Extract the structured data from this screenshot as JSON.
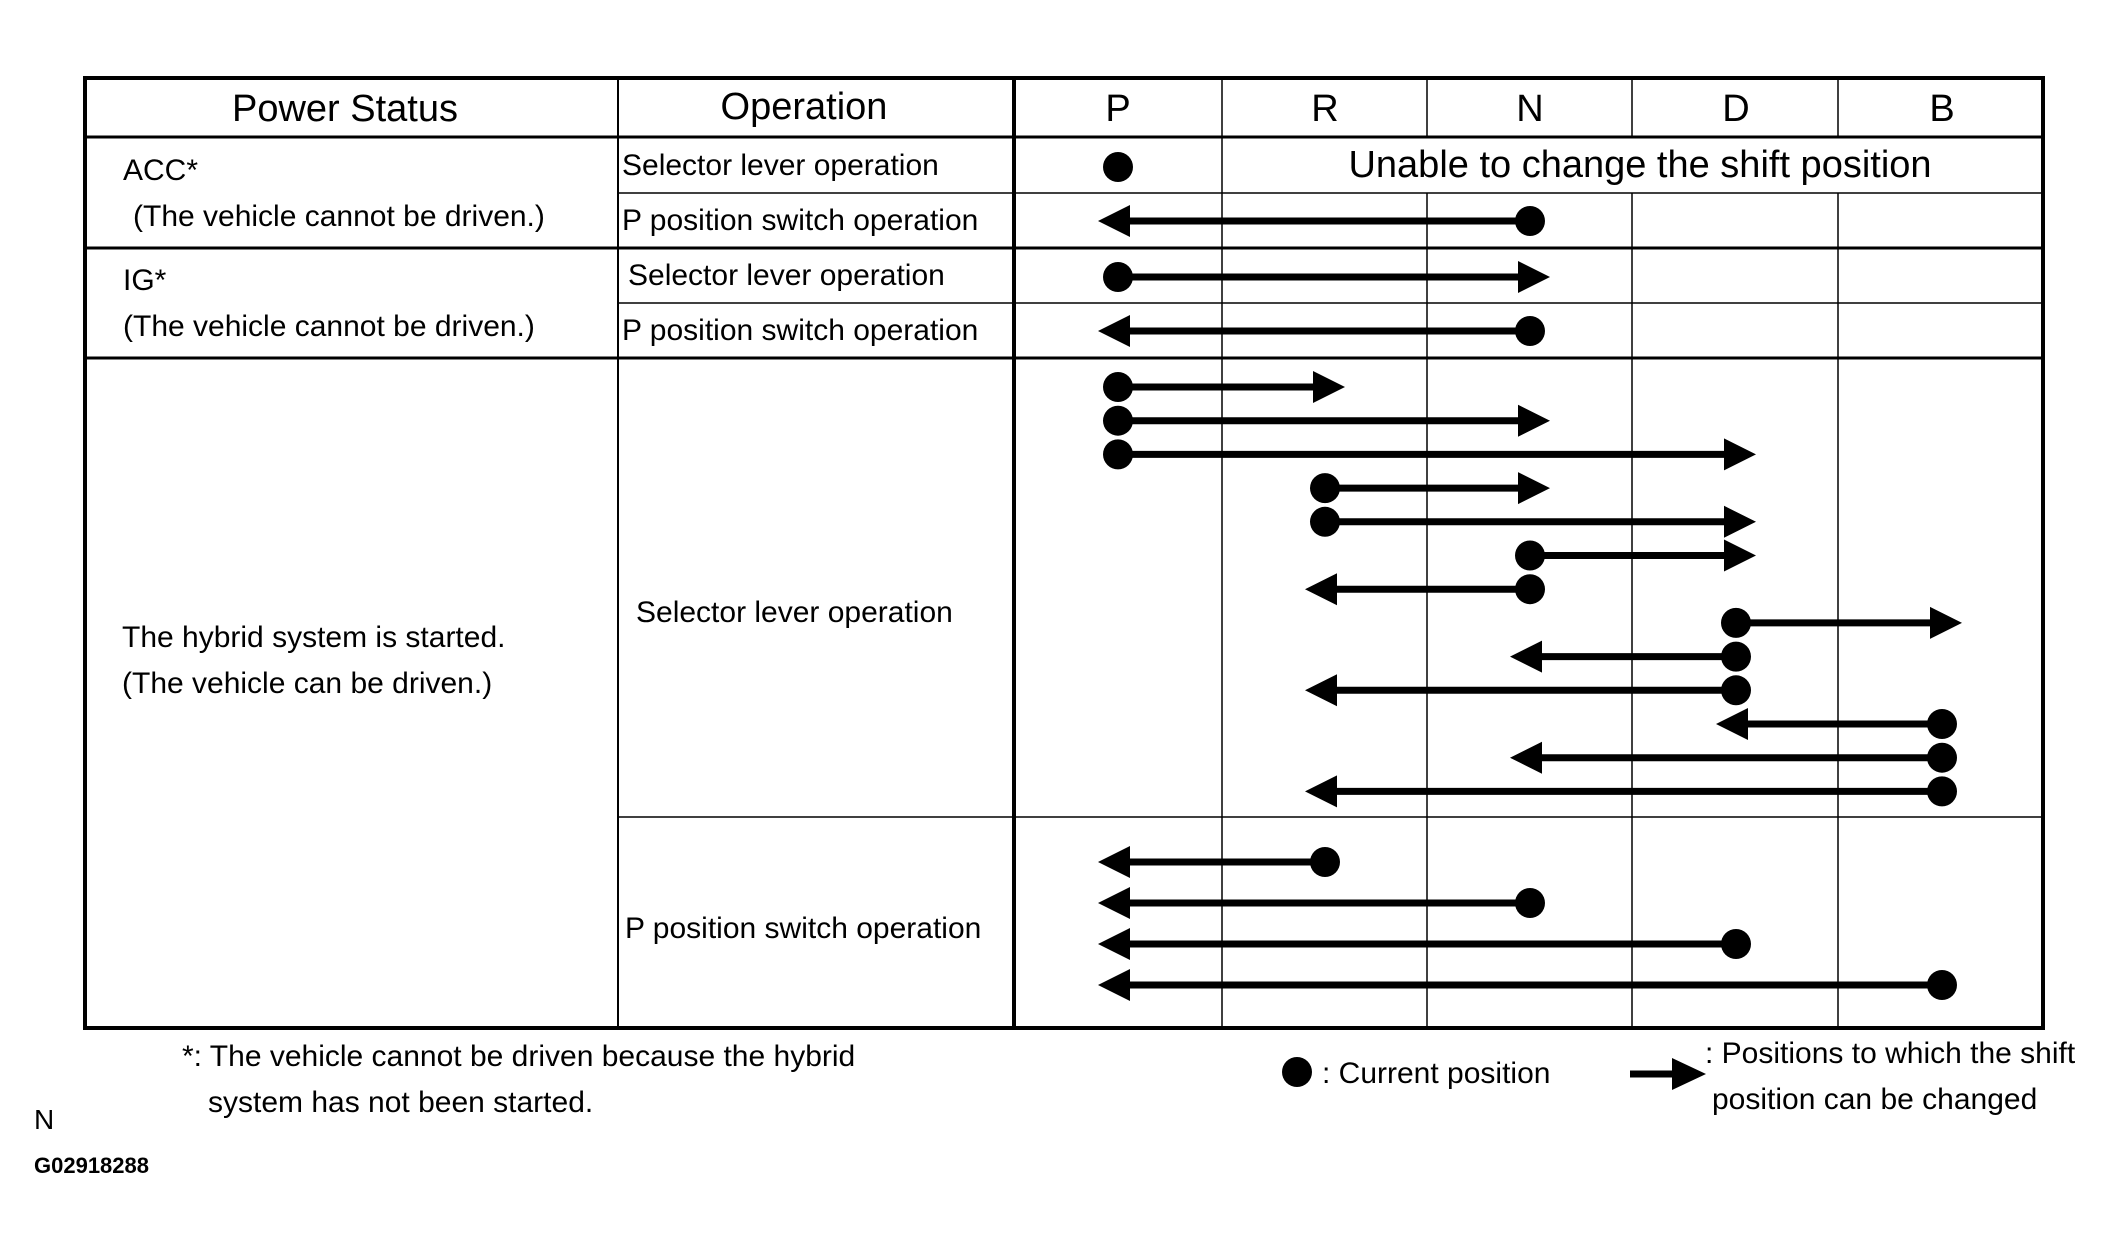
{
  "headers": {
    "power_status": "Power Status",
    "operation": "Operation",
    "positions": [
      "P",
      "R",
      "N",
      "D",
      "B"
    ]
  },
  "rows": {
    "acc": {
      "status_line1": "ACC*",
      "status_line2": "(The vehicle cannot be driven.)",
      "op_selector": "Selector lever operation",
      "op_switch": "P position switch operation",
      "unable_text": "Unable to change the shift position"
    },
    "ig": {
      "status_line1": "IG*",
      "status_line2": "(The vehicle cannot be driven.)",
      "op_selector": "Selector lever operation",
      "op_switch": "P position switch operation"
    },
    "hybrid": {
      "status_line1": "The hybrid system is started.",
      "status_line2": "(The vehicle can be driven.)",
      "op_selector": "Selector lever operation",
      "op_switch": "P position switch operation"
    }
  },
  "footnote": {
    "line1": "*: The vehicle cannot be driven because the hybrid",
    "line2": "system has not been started."
  },
  "legend": {
    "current_position": ": Current position",
    "arrow_line1": ": Positions to which the shift",
    "arrow_line2": "position can be changed"
  },
  "corner_label": "N",
  "figure_id": "G02918288",
  "shift_transitions": [
    {
      "group": "acc-selector",
      "from": "P",
      "to": null
    },
    {
      "group": "acc-switch",
      "from": "N",
      "to": "P"
    },
    {
      "group": "ig-selector",
      "from": "P",
      "to": "N"
    },
    {
      "group": "ig-switch",
      "from": "N",
      "to": "P"
    },
    {
      "group": "hybrid-selector",
      "from": "P",
      "to": "R"
    },
    {
      "group": "hybrid-selector",
      "from": "P",
      "to": "N"
    },
    {
      "group": "hybrid-selector",
      "from": "P",
      "to": "D"
    },
    {
      "group": "hybrid-selector",
      "from": "R",
      "to": "N"
    },
    {
      "group": "hybrid-selector",
      "from": "R",
      "to": "D"
    },
    {
      "group": "hybrid-selector",
      "from": "N",
      "to": "D"
    },
    {
      "group": "hybrid-selector",
      "from": "N",
      "to": "R"
    },
    {
      "group": "hybrid-selector",
      "from": "D",
      "to": "B"
    },
    {
      "group": "hybrid-selector",
      "from": "D",
      "to": "N"
    },
    {
      "group": "hybrid-selector",
      "from": "D",
      "to": "R"
    },
    {
      "group": "hybrid-selector",
      "from": "B",
      "to": "D"
    },
    {
      "group": "hybrid-selector",
      "from": "B",
      "to": "N"
    },
    {
      "group": "hybrid-selector",
      "from": "B",
      "to": "R"
    },
    {
      "group": "hybrid-switch",
      "from": "R",
      "to": "P"
    },
    {
      "group": "hybrid-switch",
      "from": "N",
      "to": "P"
    },
    {
      "group": "hybrid-switch",
      "from": "D",
      "to": "P"
    },
    {
      "group": "hybrid-switch",
      "from": "B",
      "to": "P"
    }
  ]
}
